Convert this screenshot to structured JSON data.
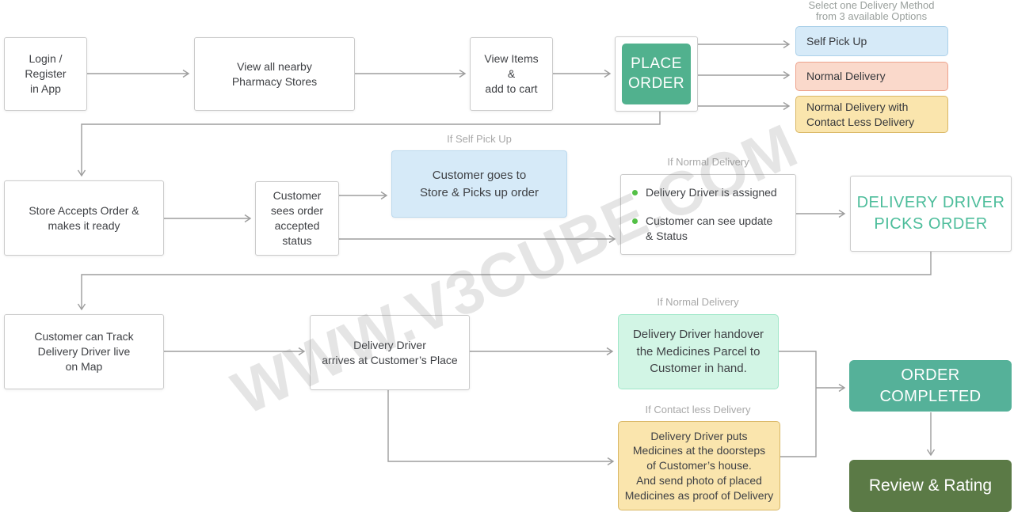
{
  "canvas": {
    "watermark": "WWW.V3CUBE.COM"
  },
  "nodes": {
    "login": {
      "text": "Login /\nRegister\nin App"
    },
    "pharmacy": {
      "text": "View all nearby\nPharmacy Stores"
    },
    "view_items": {
      "text": "View Items\n&\nadd to cart"
    },
    "place_order": {
      "text": "PLACE\nORDER"
    },
    "store_accepts": {
      "text": "Store Accepts Order &\nmakes it ready"
    },
    "customer_sees": {
      "text": "Customer\nsees order\naccepted\nstatus"
    },
    "self_pickup_action": {
      "text": "Customer goes to\nStore & Picks up order"
    },
    "driver_assigned": {
      "bullets": [
        "Delivery Driver is assigned",
        "Customer can see update\n& Status"
      ]
    },
    "driver_picks": {
      "text": "DELIVERY DRIVER\nPICKS ORDER"
    },
    "track_map": {
      "text": "Customer can Track\nDelivery Driver live\non Map"
    },
    "driver_arrives": {
      "text": "Delivery Driver\narrives at Customer’s Place"
    },
    "handover": {
      "text": "Delivery Driver handover\nthe Medicines Parcel to\nCustomer in hand."
    },
    "contactless_drop": {
      "text": "Delivery Driver puts\nMedicines at the doorsteps\nof Customer’s house.\nAnd send photo of placed\nMedicines as proof of Delivery"
    },
    "order_completed": {
      "text": "ORDER COMPLETED"
    },
    "review_rating": {
      "text": "Review & Rating"
    }
  },
  "delivery_options": {
    "heading": "Select one Delivery Method\nfrom 3 available Options",
    "items": [
      {
        "label": "Self Pick Up",
        "fill": "#d6eaf8"
      },
      {
        "label": "Normal Delivery",
        "fill": "#fad9cb"
      },
      {
        "label": "Normal Delivery with\nContact Less Delivery",
        "fill": "#fae5ad"
      }
    ]
  },
  "condition_labels": {
    "self_pickup": "If Self Pick Up",
    "normal_delivery_1": "If Normal Delivery",
    "normal_delivery_2": "If Normal Delivery",
    "contactless": "If Contact less Delivery"
  },
  "colors": {
    "accent_green": "#51b18e",
    "teal_heading_text": "#4dbd9b",
    "order_completed_fill": "#55b199",
    "review_rating_fill": "#5b7a46",
    "mint_fill": "#d2f5e5",
    "option_blue": "#d6eaf8",
    "option_salmon": "#fad9cb",
    "option_yellow": "#fae5ad",
    "bullet_green": "#53c046",
    "connector_gray": "#9d9d9d",
    "condition_label_gray": "#a8a8a8"
  }
}
